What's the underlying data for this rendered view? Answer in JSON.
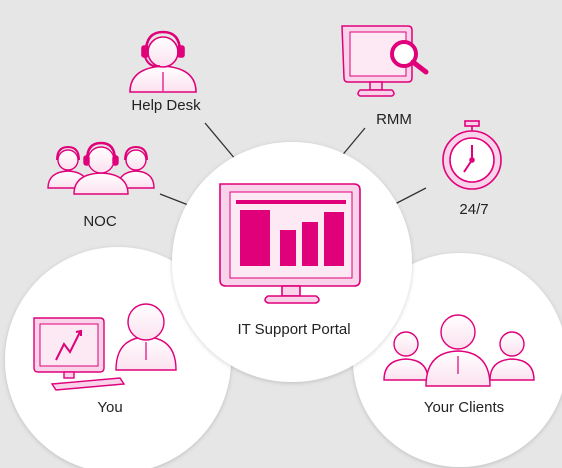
{
  "center": {
    "label": "IT Support Portal"
  },
  "nodes": {
    "help_desk": {
      "label": "Help Desk",
      "icon": "headset-agent-icon"
    },
    "rmm": {
      "label": "RMM",
      "icon": "monitor-magnifier-icon"
    },
    "noc": {
      "label": "NOC",
      "icon": "agent-group-icon"
    },
    "always_on": {
      "label": "24/7",
      "icon": "stopwatch-icon"
    }
  },
  "bottom": {
    "you": {
      "label": "You",
      "icon": "workstation-user-icon"
    },
    "clients": {
      "label": "Your Clients",
      "icon": "user-group-icon"
    }
  },
  "colors": {
    "accent": "#e0007a",
    "accent_light": "#f9d3ea",
    "background": "#e6e6e6",
    "circle": "#ffffff"
  }
}
